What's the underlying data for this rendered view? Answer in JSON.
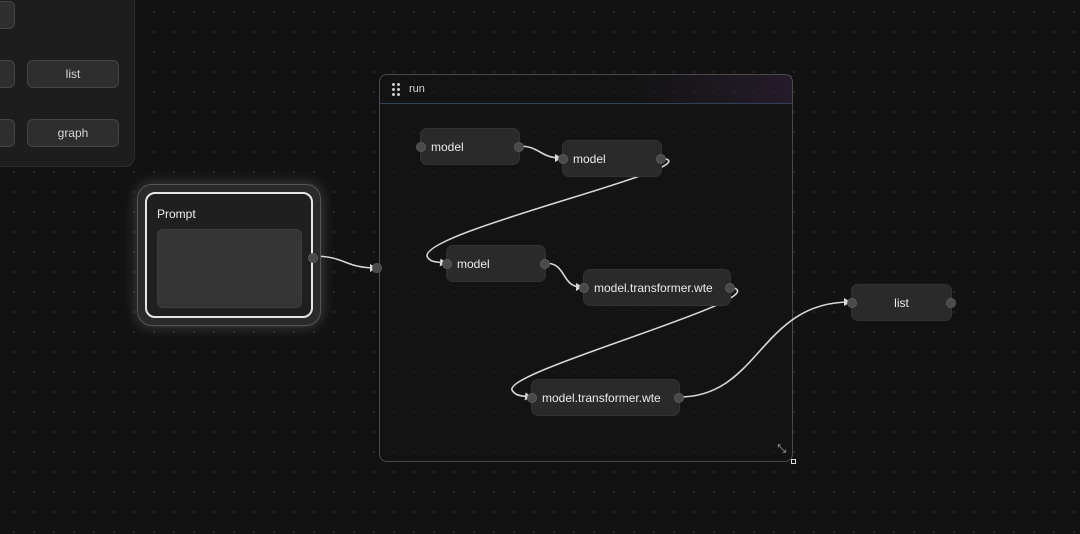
{
  "palette": {
    "buttons": [
      {
        "label": ""
      },
      {
        "label": ""
      },
      {
        "label": "list"
      },
      {
        "label": ""
      },
      {
        "label": "graph"
      }
    ]
  },
  "group": {
    "title": "run"
  },
  "prompt": {
    "title": "Prompt",
    "value": ""
  },
  "nodes": {
    "model_1": "model",
    "model_2": "model",
    "model_3": "model",
    "wte_1": "model.transformer.wte",
    "wte_2": "model.transformer.wte",
    "list": "list"
  },
  "colors": {
    "canvas": "#121212",
    "node": "#2a2a2a",
    "edge": "#d8d8d8",
    "group_accent": "#34405a"
  }
}
